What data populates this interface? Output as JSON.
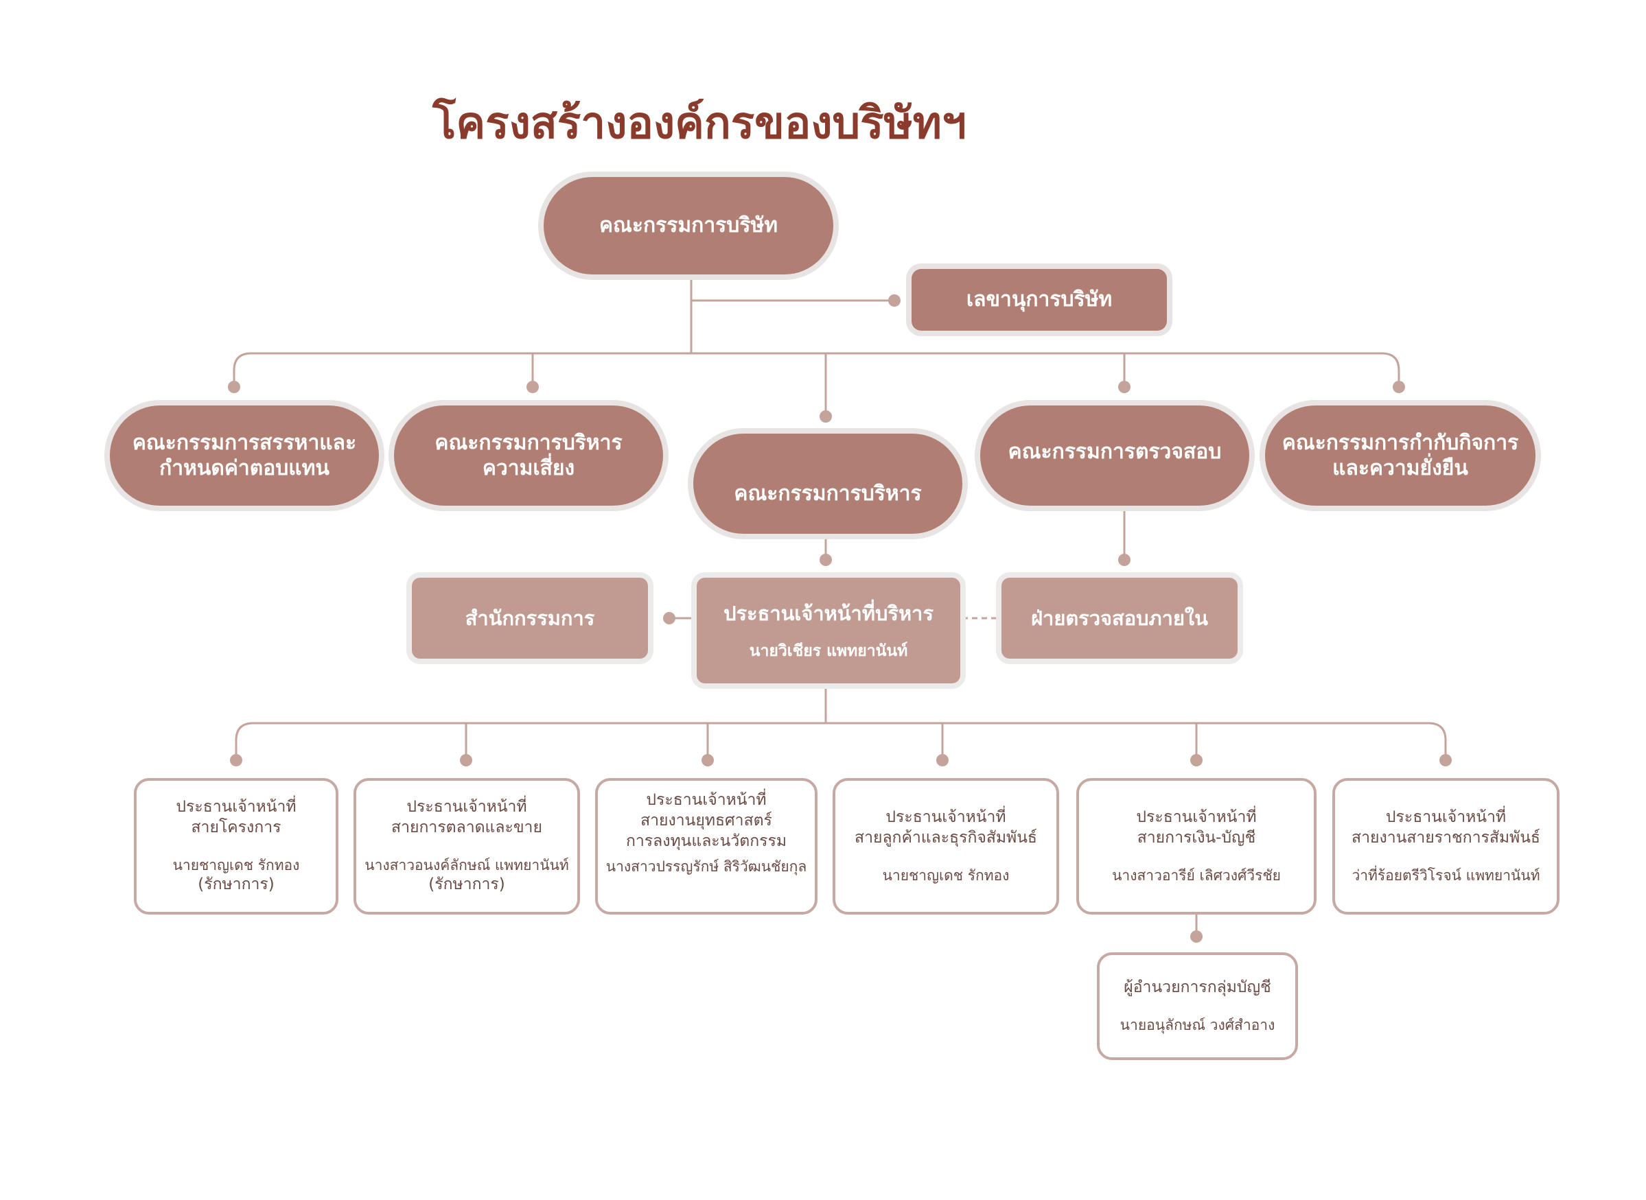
{
  "title": "โครงสร้างองค์กรของบริษัทฯ",
  "colors": {
    "title": "#8b3b2b",
    "pill": "#b07e72",
    "box": "#c19b92",
    "line": "#c4a39b",
    "text": "#6a4a43"
  },
  "board": "คณะกรรมการบริษัท",
  "secretary": "เลขานุการบริษัท",
  "committees": [
    {
      "line1": "คณะกรรมการสรรหาและ",
      "line2": "กำหนดค่าตอบแทน"
    },
    {
      "line1": "คณะกรรมการบริหาร",
      "line2": "ความเสี่ยง"
    },
    {
      "line1": "คณะกรรมการบริหาร",
      "line2": ""
    },
    {
      "line1": "คณะกรรมการตรวจสอบ",
      "line2": ""
    },
    {
      "line1": "คณะกรรมการกำกับกิจการ",
      "line2": "และความยั่งยืน"
    }
  ],
  "office": "สำนักกรรมการ",
  "ceo": {
    "title": "ประธานเจ้าหน้าที่บริหาร",
    "name": "นายวิเชียร แพทยานันท์"
  },
  "internal_audit": "ฝ่ายตรวจสอบภายใน",
  "chiefs": [
    {
      "l1": "ประธานเจ้าหน้าที่",
      "l2": "สายโครงการ",
      "l3": "",
      "name": "นายชาญเดช รักทอง",
      "note": "(รักษาการ)"
    },
    {
      "l1": "ประธานเจ้าหน้าที่",
      "l2": "สายการตลาดและขาย",
      "l3": "",
      "name": "นางสาวอนงค์ลักษณ์ แพทยานันท์",
      "note": "(รักษาการ)"
    },
    {
      "l1": "ประธานเจ้าหน้าที่",
      "l2": "สายงานยุทธศาสตร์",
      "l3": "การลงทุนและนวัตกรรม",
      "name": "นางสาวปรรญรักษ์ สิริวัฒนชัยกุล",
      "note": ""
    },
    {
      "l1": "ประธานเจ้าหน้าที่",
      "l2": "สายลูกค้าและธุรกิจสัมพันธ์",
      "l3": "",
      "name": "นายชาญเดช รักทอง",
      "note": ""
    },
    {
      "l1": "ประธานเจ้าหน้าที่",
      "l2": "สายการเงิน-บัญชี",
      "l3": "",
      "name": "นางสาวอารีย์ เลิศวงศ์วีรชัย",
      "note": ""
    },
    {
      "l1": "ประธานเจ้าหน้าที่",
      "l2": "สายงานสายราชการสัมพันธ์",
      "l3": "",
      "name": "ว่าที่ร้อยตรีวิโรจน์ แพทยานันท์",
      "note": ""
    }
  ],
  "accounting": {
    "title": "ผู้อำนวยการกลุ่มบัญชี",
    "name": "นายอนุลักษณ์ วงศ์สำอาง"
  }
}
